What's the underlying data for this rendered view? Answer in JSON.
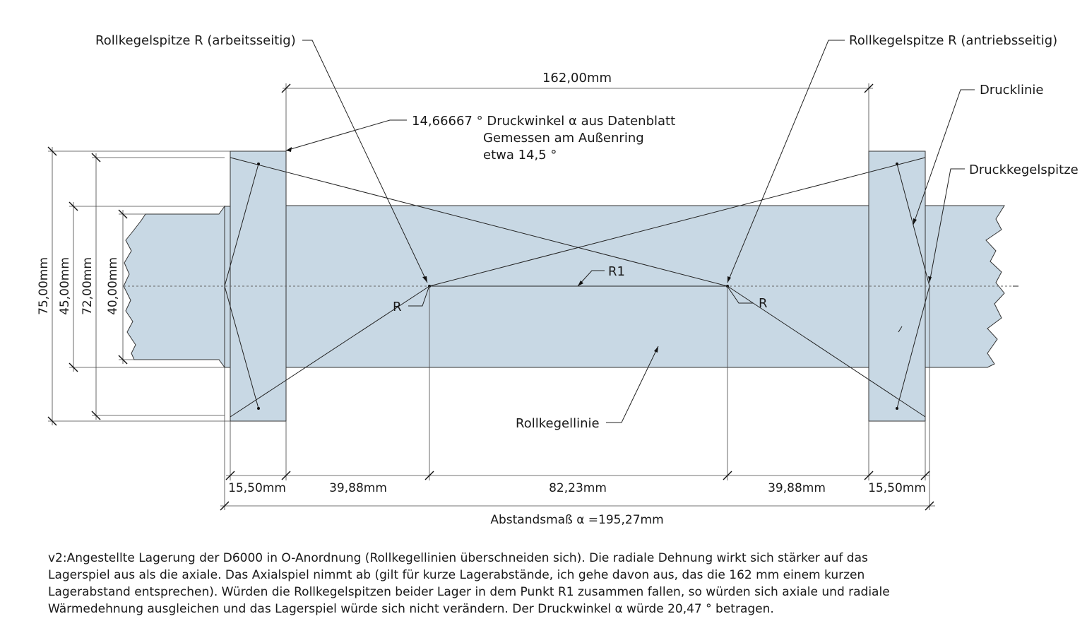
{
  "labels": {
    "spitze_arbeit": "Rollkegelspitze R (arbeitsseitig)",
    "spitze_antrieb": "Rollkegelspitze R (antriebsseitig)",
    "drucklinie": "Drucklinie",
    "druckkegelspitze": "Druckkegelspitze",
    "druckwinkel_1": "14,66667 ° Druckwinkel α aus Datenblatt",
    "druckwinkel_2": "Gemessen am Außenring",
    "druckwinkel_3": "etwa 14,5 °",
    "rollkegellinie": "Rollkegellinie",
    "r1": "R1",
    "r_left": "R",
    "r_right": "R"
  },
  "dimensions": {
    "top": "162,00mm",
    "d75": "75,00mm",
    "d45": "45,00mm",
    "d72": "72,00mm",
    "d40": "40,00mm",
    "b1": "15,50mm",
    "b2": "39,88mm",
    "b3": "82,23mm",
    "b4": "39,88mm",
    "b5": "15,50mm",
    "total": "Abstandsmaß α =195,27mm"
  },
  "caption": [
    "v2:Angestellte Lagerung der D6000 in O-Anordnung (Rollkegellinien überschneiden sich). Die radiale Dehnung wirkt sich stärker auf das",
    "Lagerspiel aus als die axiale. Das Axialspiel nimmt ab (gilt für kurze Lagerabstände, ich gehe davon aus, das die 162 mm einem kurzen",
    "Lagerabstand entsprechen). Würden die Rollkegelspitzen beider Lager in dem Punkt R1 zusammen fallen, so würden sich axiale und radiale",
    "Wärmedehnung ausgleichen und das Lagerspiel würde sich nicht verändern. Der Druckwinkel α würde 20,47 ° betragen."
  ],
  "colors": {
    "part_fill": "#c8d8e4",
    "line": "#222222"
  }
}
